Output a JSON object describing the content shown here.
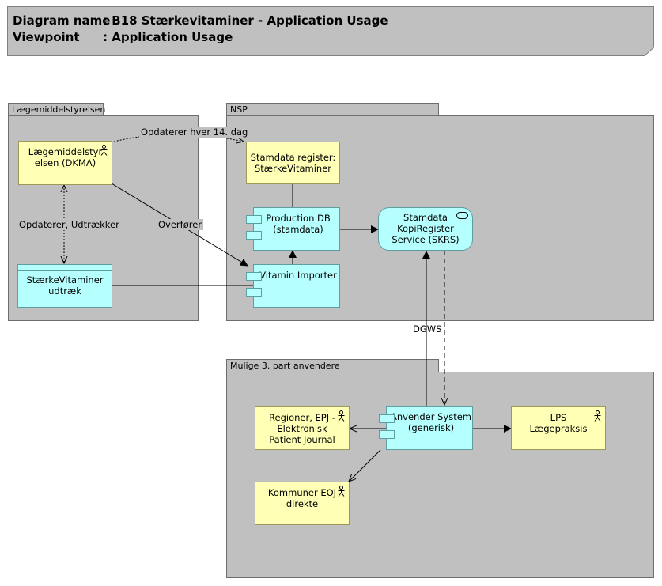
{
  "header": {
    "diagram_name_key": "Diagram name",
    "diagram_name_value": ": B18 Stærkevitaminer - Application Usage",
    "viewpoint_key": "Viewpoint",
    "viewpoint_value": ": Application Usage"
  },
  "groups": {
    "laegemiddel": "Lægemiddelstyrelsen",
    "nsp": "NSP",
    "mulige": "Mulige 3. part anvendere"
  },
  "elements": {
    "dkma_line1": "Lægemiddelstyr",
    "dkma_line2": "elsen (DKMA)",
    "extract_line1": "StærkeVitaminer",
    "extract_line2": "udtræk",
    "stamdata_reg_line1": "Stamdata register:",
    "stamdata_reg_line2": "StærkeVitaminer",
    "proddb_line1": "Production DB",
    "proddb_line2": "(stamdata)",
    "vitamin_importer": "Vitamin Importer",
    "skrs_line1": "Stamdata",
    "skrs_line2": "KopiRegister",
    "skrs_line3": "Service (SKRS)",
    "regioner_line1": "Regioner, EPJ -",
    "regioner_line2": "Elektronisk",
    "regioner_line3": "Patient Journal",
    "anvender_line1": "Anvender System",
    "anvender_line2": "(generisk)",
    "lps_line1": "LPS",
    "lps_line2": "Lægepraksis",
    "kommuner_line1": "Kommuner EOJ",
    "kommuner_line2": "direkte"
  },
  "connections": {
    "opdaterer_14": "Opdaterer hver 14. dag",
    "opdaterer_udtraekker": "Opdaterer, Udtrækker",
    "overforer": "Overfører",
    "dgws": "DGWS"
  },
  "colors": {
    "business": "#ffffb5",
    "application": "#b5ffff",
    "group": "#c0c0c0"
  }
}
